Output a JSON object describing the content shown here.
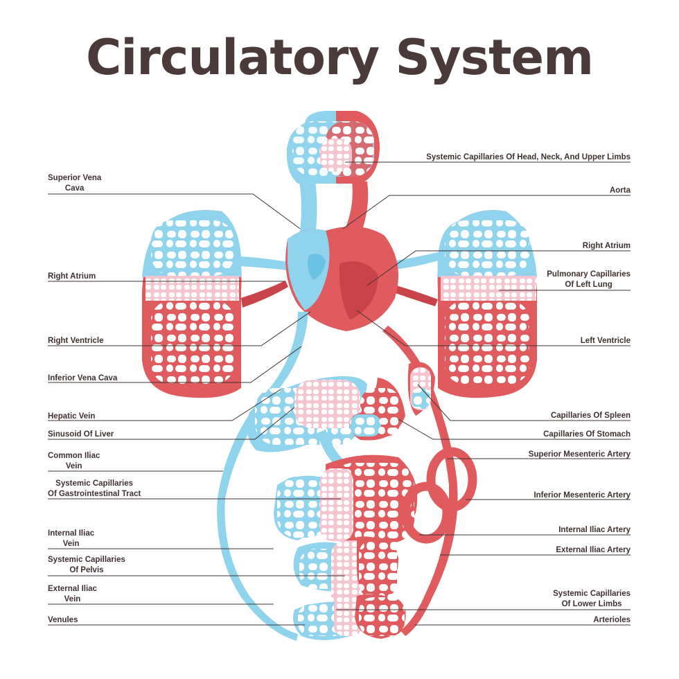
{
  "title": "Circulatory System",
  "colors": {
    "venous": "#8fd3ec",
    "venous_dark": "#6cc2e2",
    "arterial": "#e05b5d",
    "arterial_dark": "#c9444a",
    "capillary_mix": "#f5c4d1",
    "text": "#3e3130"
  },
  "labels": {
    "superior_vena_cava": "Superior Vena\nCava",
    "right_atrium_left": "Right Atrium",
    "right_ventricle": "Right Ventricle",
    "inferior_vena_cava": "Inferior Vena Cava",
    "hepatic_vein": "Hepatic Vein",
    "sinusoid_of_liver": "Sinusoid Of Liver",
    "common_iliac_vein": "Common Iliac\nVein",
    "systemic_capillaries_gi": "Systemic Capillaries\nOf Gastrointestinal Tract",
    "internal_iliac_vein": "Internal Iliac\nVein",
    "systemic_capillaries_pelvis": "Systemic Capillaries\nOf Pelvis",
    "external_iliac_vein": "External Iliac\nVein",
    "venules": "Venules",
    "systemic_capillaries_head": "Systemic Capillaries Of Head, Neck, And Upper Limbs",
    "aorta": "Aorta",
    "right_atrium_right": "Right Atrium",
    "pulmonary_capillaries_left_lung": "Pulmonary Capillaries\nOf Left Lung",
    "left_ventricle": "Left Ventricle",
    "capillaries_of_spleen": "Capillaries Of Spleen",
    "capillaries_of_stomach": "Capillaries Of Stomach",
    "superior_mesenteric_artery": "Superior Mesenteric Artery",
    "inferior_mesenteric_artery": "Inferior Mesenteric Artery",
    "internal_iliac_artery": "Internal Iliac Artery",
    "external_iliac_artery": "External Iliac Artery",
    "systemic_capillaries_lower_limbs": "Systemic Capillaries\nOf Lower Limbs",
    "arterioles": "Arterioles"
  }
}
